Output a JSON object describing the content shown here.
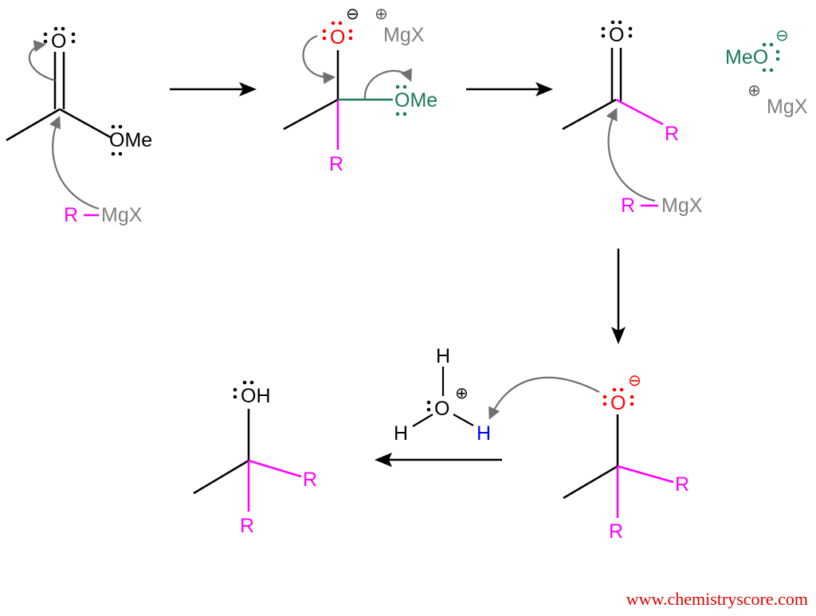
{
  "colors": {
    "bond": "#000000",
    "r_group": "#ff00ff",
    "oxide": "#ff0000",
    "methoxy": "#1a7a5a",
    "proton": "#0000ff",
    "curved_arrow": "#707070",
    "mgx": "#808080",
    "watermark": "#e00000"
  },
  "labels": {
    "o": "O",
    "ome": "OMe",
    "meo": "MeO",
    "oh": "OH",
    "r": "R",
    "mgx": "MgX",
    "h": "H",
    "minus": "⊖",
    "plus": "⊕"
  },
  "footer": {
    "url": "www.chemistryscore.com"
  }
}
